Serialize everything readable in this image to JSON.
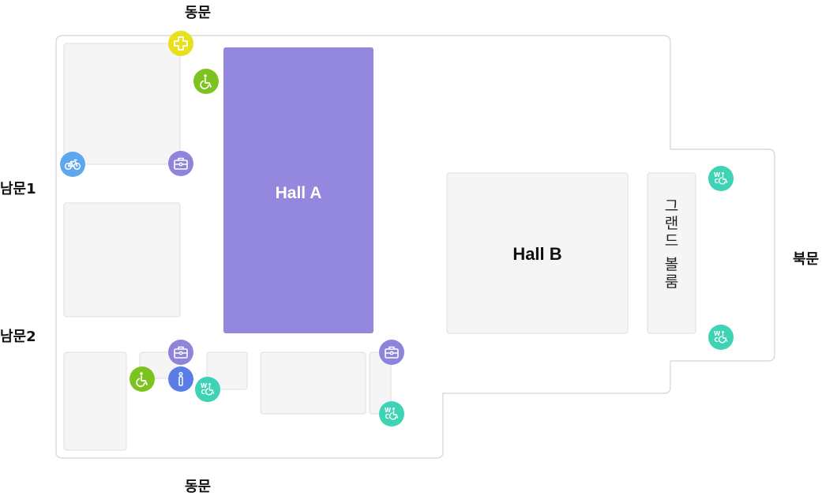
{
  "gates": {
    "east_top": "동문",
    "east_bottom": "동문",
    "south1": "남문1",
    "south2": "남문2",
    "north": "북문"
  },
  "halls": {
    "hall_a": "Hall A",
    "hall_b": "Hall B",
    "grand_ballroom": [
      "그",
      "랜",
      "드",
      " ",
      "볼",
      "룸"
    ]
  },
  "colors": {
    "hall_a": "#9488de",
    "room": "#f5f5f5",
    "room_border": "#dedede",
    "outline": "#d4d4d4",
    "first_aid": "#e8e01a",
    "wheelchair": "#7dc31f",
    "info_desk": "#8f84db",
    "bicycle": "#5fa7ec",
    "information": "#5b7ee6",
    "accessible_restroom": "#3ed3b4"
  },
  "icons": {
    "first_aid": "first-aid-icon",
    "wheelchair": "wheelchair-icon",
    "info_desk": "service-desk-icon",
    "bicycle": "bicycle-icon",
    "information": "information-icon",
    "accessible_restroom": "accessible-restroom-icon"
  }
}
